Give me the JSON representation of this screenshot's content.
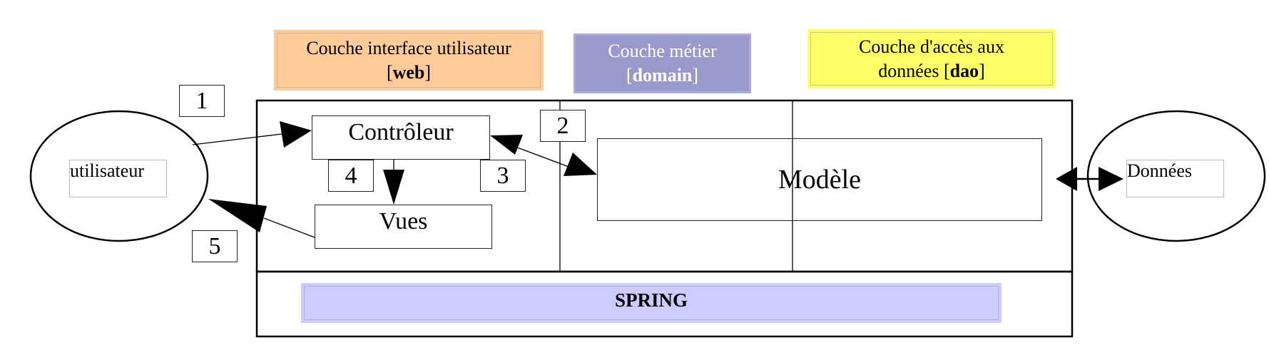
{
  "layers": {
    "web": {
      "title": "Couche interface utilisateur",
      "tag_open": "[",
      "tag": "web",
      "tag_close": "]",
      "color": "#ffcc99"
    },
    "domain": {
      "title": "Couche métier",
      "tag_open": "[",
      "tag": "domain",
      "tag_close": "]",
      "color": "#9999cc"
    },
    "dao": {
      "title": "Couche d'accès aux données",
      "tag_open": "[",
      "tag": "dao",
      "tag_close": "]",
      "color": "#ffff66"
    }
  },
  "components": {
    "controller": "Contrôleur",
    "views": "Vues",
    "model": "Modèle"
  },
  "actors": {
    "user": "utilisateur",
    "data": "Données"
  },
  "steps": [
    "1",
    "2",
    "3",
    "4",
    "5"
  ],
  "framework": {
    "label": "SPRING",
    "color": "#ccccff"
  }
}
